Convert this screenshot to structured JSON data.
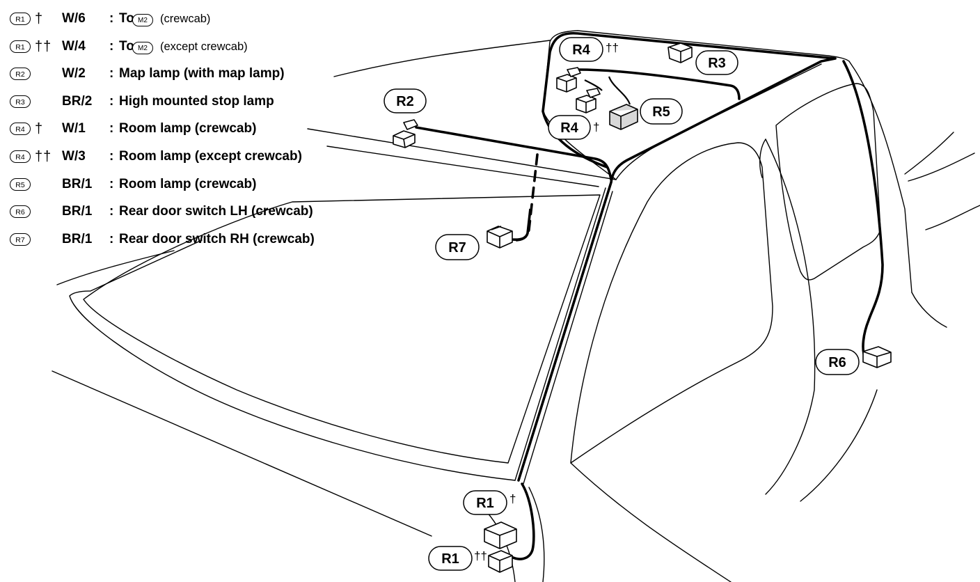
{
  "legend": [
    {
      "code": "R1",
      "mark": "†",
      "wire": "W/6",
      "text": "To",
      "to_code": "M2",
      "after": "(crewcab)"
    },
    {
      "code": "R1",
      "mark": "††",
      "wire": "W/4",
      "text": "To",
      "to_code": "M2",
      "after": "(except crewcab)"
    },
    {
      "code": "R2",
      "mark": "",
      "wire": "W/2",
      "text": "Map lamp (with map lamp)"
    },
    {
      "code": "R3",
      "mark": "",
      "wire": "BR/2",
      "text": "High mounted stop lamp"
    },
    {
      "code": "R4",
      "mark": "†",
      "wire": "W/1",
      "text": "Room lamp (crewcab)"
    },
    {
      "code": "R4",
      "mark": "††",
      "wire": "W/3",
      "text": "Room lamp (except crewcab)"
    },
    {
      "code": "R5",
      "mark": "",
      "wire": "BR/1",
      "text": "Room lamp (crewcab)"
    },
    {
      "code": "R6",
      "mark": "",
      "wire": "BR/1",
      "text": "Rear door switch LH (crewcab)"
    },
    {
      "code": "R7",
      "mark": "",
      "wire": "BR/1",
      "text": "Rear door switch RH (crewcab)"
    }
  ],
  "callouts": {
    "r1_upper": {
      "label": "R1",
      "mark": "†"
    },
    "r1_lower": {
      "label": "R1",
      "mark": "††"
    },
    "r2": {
      "label": "R2"
    },
    "r3": {
      "label": "R3"
    },
    "r4_upper": {
      "label": "R4",
      "mark": "††"
    },
    "r4_lower": {
      "label": "R4",
      "mark": "†"
    },
    "r5": {
      "label": "R5"
    },
    "r6": {
      "label": "R6"
    },
    "r7": {
      "label": "R7"
    }
  },
  "colon": ":"
}
